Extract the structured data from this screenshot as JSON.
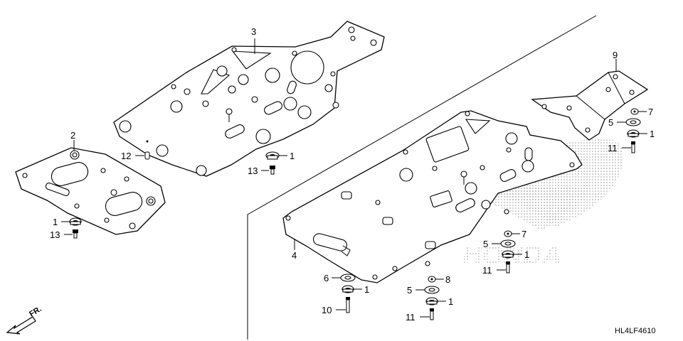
{
  "diagram": {
    "code": "HL4LF4610",
    "front_marker": "FR.",
    "watermark": "HONDA",
    "callouts": {
      "c3": "3",
      "c2": "2",
      "c12": "12",
      "c1a": "1",
      "c13a": "13",
      "c1b": "1",
      "c13b": "13",
      "c9": "9",
      "c7a": "7",
      "c5a": "5",
      "c1c": "1",
      "c11a": "11",
      "c4": "4",
      "c7b": "7",
      "c5b": "5",
      "c1d": "1",
      "c11b": "11",
      "c6": "6",
      "c1e": "1",
      "c10": "10",
      "c8": "8",
      "c5c": "5",
      "c1f": "1",
      "c11c": "11"
    }
  }
}
